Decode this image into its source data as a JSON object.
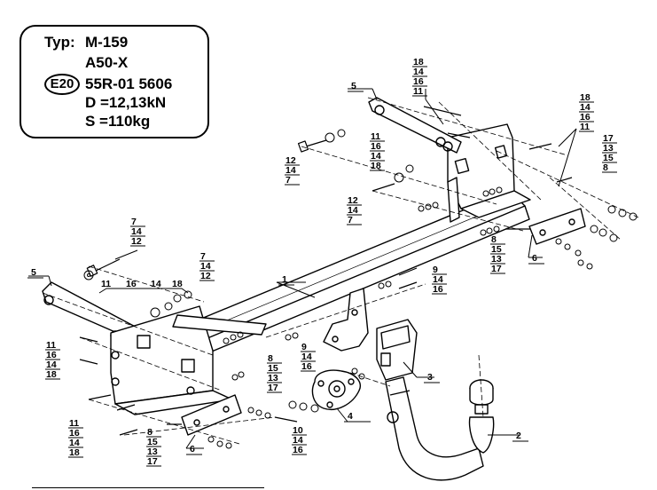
{
  "info": {
    "typ_label": "Typ:",
    "model_1": "M-159",
    "model_2": "A50-X",
    "approval_mark": "E20",
    "approval_number": "55R-01 5606",
    "d_value": "D =12,13kN",
    "s_value": "S =110kg"
  },
  "callouts": [
    {
      "id": "c1",
      "lines": [
        "1"
      ]
    },
    {
      "id": "c2",
      "lines": [
        "2"
      ]
    },
    {
      "id": "c3",
      "lines": [
        "3"
      ]
    },
    {
      "id": "c4",
      "lines": [
        "4"
      ]
    },
    {
      "id": "c5a",
      "lines": [
        "5"
      ]
    },
    {
      "id": "c5b",
      "lines": [
        "5"
      ]
    },
    {
      "id": "c6a",
      "lines": [
        "6"
      ]
    },
    {
      "id": "c6b",
      "lines": [
        "6"
      ]
    },
    {
      "id": "s18-14-16-11-top",
      "lines": [
        "18",
        "14",
        "16",
        "11"
      ]
    },
    {
      "id": "s18-14-16-11-right",
      "lines": [
        "18",
        "14",
        "16",
        "11"
      ]
    },
    {
      "id": "s17-13-15-8-right",
      "lines": [
        "17",
        "13",
        "15",
        "8"
      ]
    },
    {
      "id": "s12-14-7-a",
      "lines": [
        "12",
        "14",
        "7"
      ]
    },
    {
      "id": "s11-16-14-18-mid",
      "lines": [
        "11",
        "16",
        "14",
        "18"
      ]
    },
    {
      "id": "s12-14-7-b",
      "lines": [
        "12",
        "14",
        "7"
      ]
    },
    {
      "id": "s8-15-13-17-mid",
      "lines": [
        "8",
        "15",
        "13",
        "17"
      ]
    },
    {
      "id": "s7-14-12-left",
      "lines": [
        "7",
        "14",
        "12"
      ]
    },
    {
      "id": "s7-14-12-mid",
      "lines": [
        "7",
        "14",
        "12"
      ]
    },
    {
      "id": "s9-14-16-right",
      "lines": [
        "9",
        "14",
        "16"
      ]
    },
    {
      "id": "s11-16-14-18-left",
      "lines": [
        "11",
        "16",
        "14",
        "18"
      ]
    },
    {
      "id": "s9-14-16-mid",
      "lines": [
        "9",
        "14",
        "16"
      ]
    },
    {
      "id": "s8-15-13-17-low",
      "lines": [
        "8",
        "15",
        "13",
        "17"
      ]
    },
    {
      "id": "s11-16-14-18-bottom",
      "lines": [
        "11",
        "16",
        "14",
        "18"
      ]
    },
    {
      "id": "s8-15-13-17-bottom",
      "lines": [
        "8",
        "15",
        "13",
        "17"
      ]
    },
    {
      "id": "s10-14-16",
      "lines": [
        "10",
        "14",
        "16"
      ]
    }
  ],
  "brace_labels": [
    "11",
    "16",
    "14",
    "18"
  ]
}
